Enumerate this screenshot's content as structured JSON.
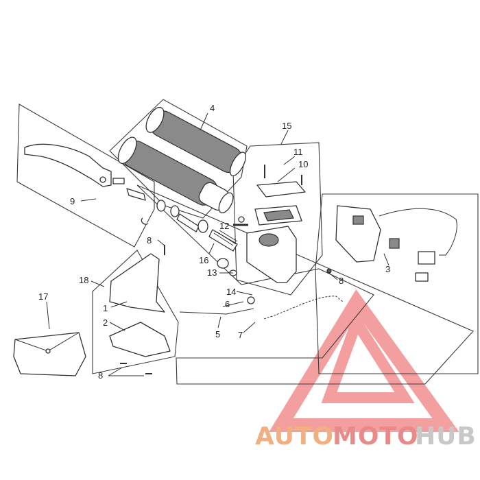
{
  "diagram": {
    "callouts": [
      {
        "id": "c4",
        "label": "4"
      },
      {
        "id": "c15",
        "label": "15"
      },
      {
        "id": "c11",
        "label": "11"
      },
      {
        "id": "c10",
        "label": "10"
      },
      {
        "id": "c9",
        "label": "9"
      },
      {
        "id": "c12",
        "label": "12"
      },
      {
        "id": "c8a",
        "label": "8"
      },
      {
        "id": "c16",
        "label": "16"
      },
      {
        "id": "c3",
        "label": "3"
      },
      {
        "id": "c13",
        "label": "13"
      },
      {
        "id": "c8b",
        "label": "8"
      },
      {
        "id": "c18",
        "label": "18"
      },
      {
        "id": "c14",
        "label": "14"
      },
      {
        "id": "c17",
        "label": "17"
      },
      {
        "id": "c1",
        "label": "1"
      },
      {
        "id": "c6",
        "label": "6"
      },
      {
        "id": "c2",
        "label": "2"
      },
      {
        "id": "c7",
        "label": "7"
      },
      {
        "id": "c5",
        "label": "5"
      },
      {
        "id": "c8c",
        "label": "8"
      }
    ]
  },
  "watermark": {
    "auto": "AUTO",
    "moto": "MOTO",
    "hub": "HUB",
    "colors": {
      "auto": "#f0b080",
      "moto": "#e88a8a",
      "hub": "#c8c8c8",
      "triangle": "#f08080"
    }
  }
}
